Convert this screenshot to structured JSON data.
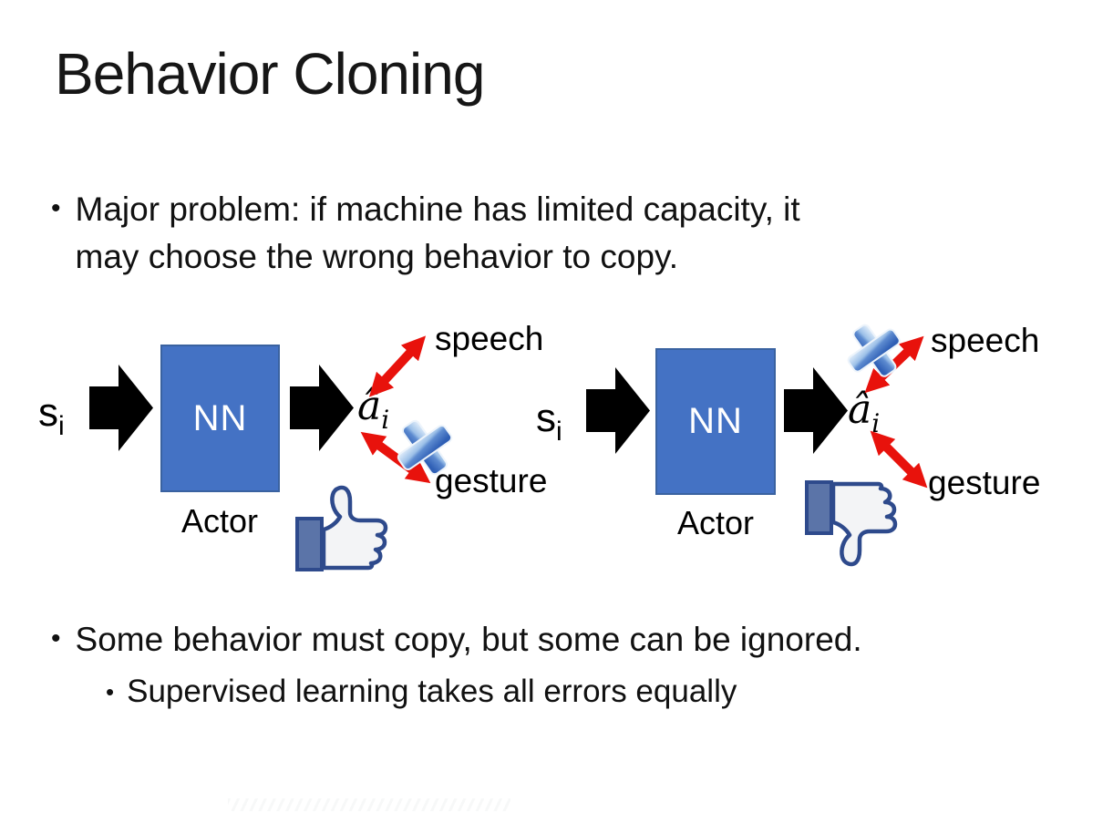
{
  "slide": {
    "title": "Behavior Cloning",
    "bullet_char": "•",
    "bullet1_line1": "Major problem: if machine has limited capacity, it",
    "bullet1_line2": "may choose the wrong behavior to copy.",
    "bullet2": "Some behavior must copy, but some can be ignored.",
    "bullet2_sub": "Supervised learning takes all errors equally"
  },
  "diagram_left": {
    "input_main": "s",
    "input_sub": "i",
    "nn_label": "NN",
    "actor_label": "Actor",
    "output_main": "â",
    "output_sub": "i",
    "branch_top": "speech",
    "branch_bottom": "gesture",
    "crossed_out_branch": "gesture",
    "feedback_icon": "thumbs-up"
  },
  "diagram_right": {
    "input_main": "s",
    "input_sub": "i",
    "nn_label": "NN",
    "actor_label": "Actor",
    "output_main": "â",
    "output_sub": "i",
    "branch_top": "speech",
    "branch_bottom": "gesture",
    "crossed_out_branch": "speech",
    "feedback_icon": "thumbs-down"
  },
  "colors": {
    "nn_fill": "#4472C4",
    "nn_border": "#3A62A0",
    "block_arrow": "#000000",
    "red_arrow": "#E8120C",
    "cross_blue_light": "#E8F2FC",
    "cross_blue_dark": "#2F5FB5",
    "thumb_outline": "#2E4A8C",
    "thumb_cuff": "#5B74A8",
    "thumb_fill": "#F3F4F6",
    "text": "#111111"
  }
}
